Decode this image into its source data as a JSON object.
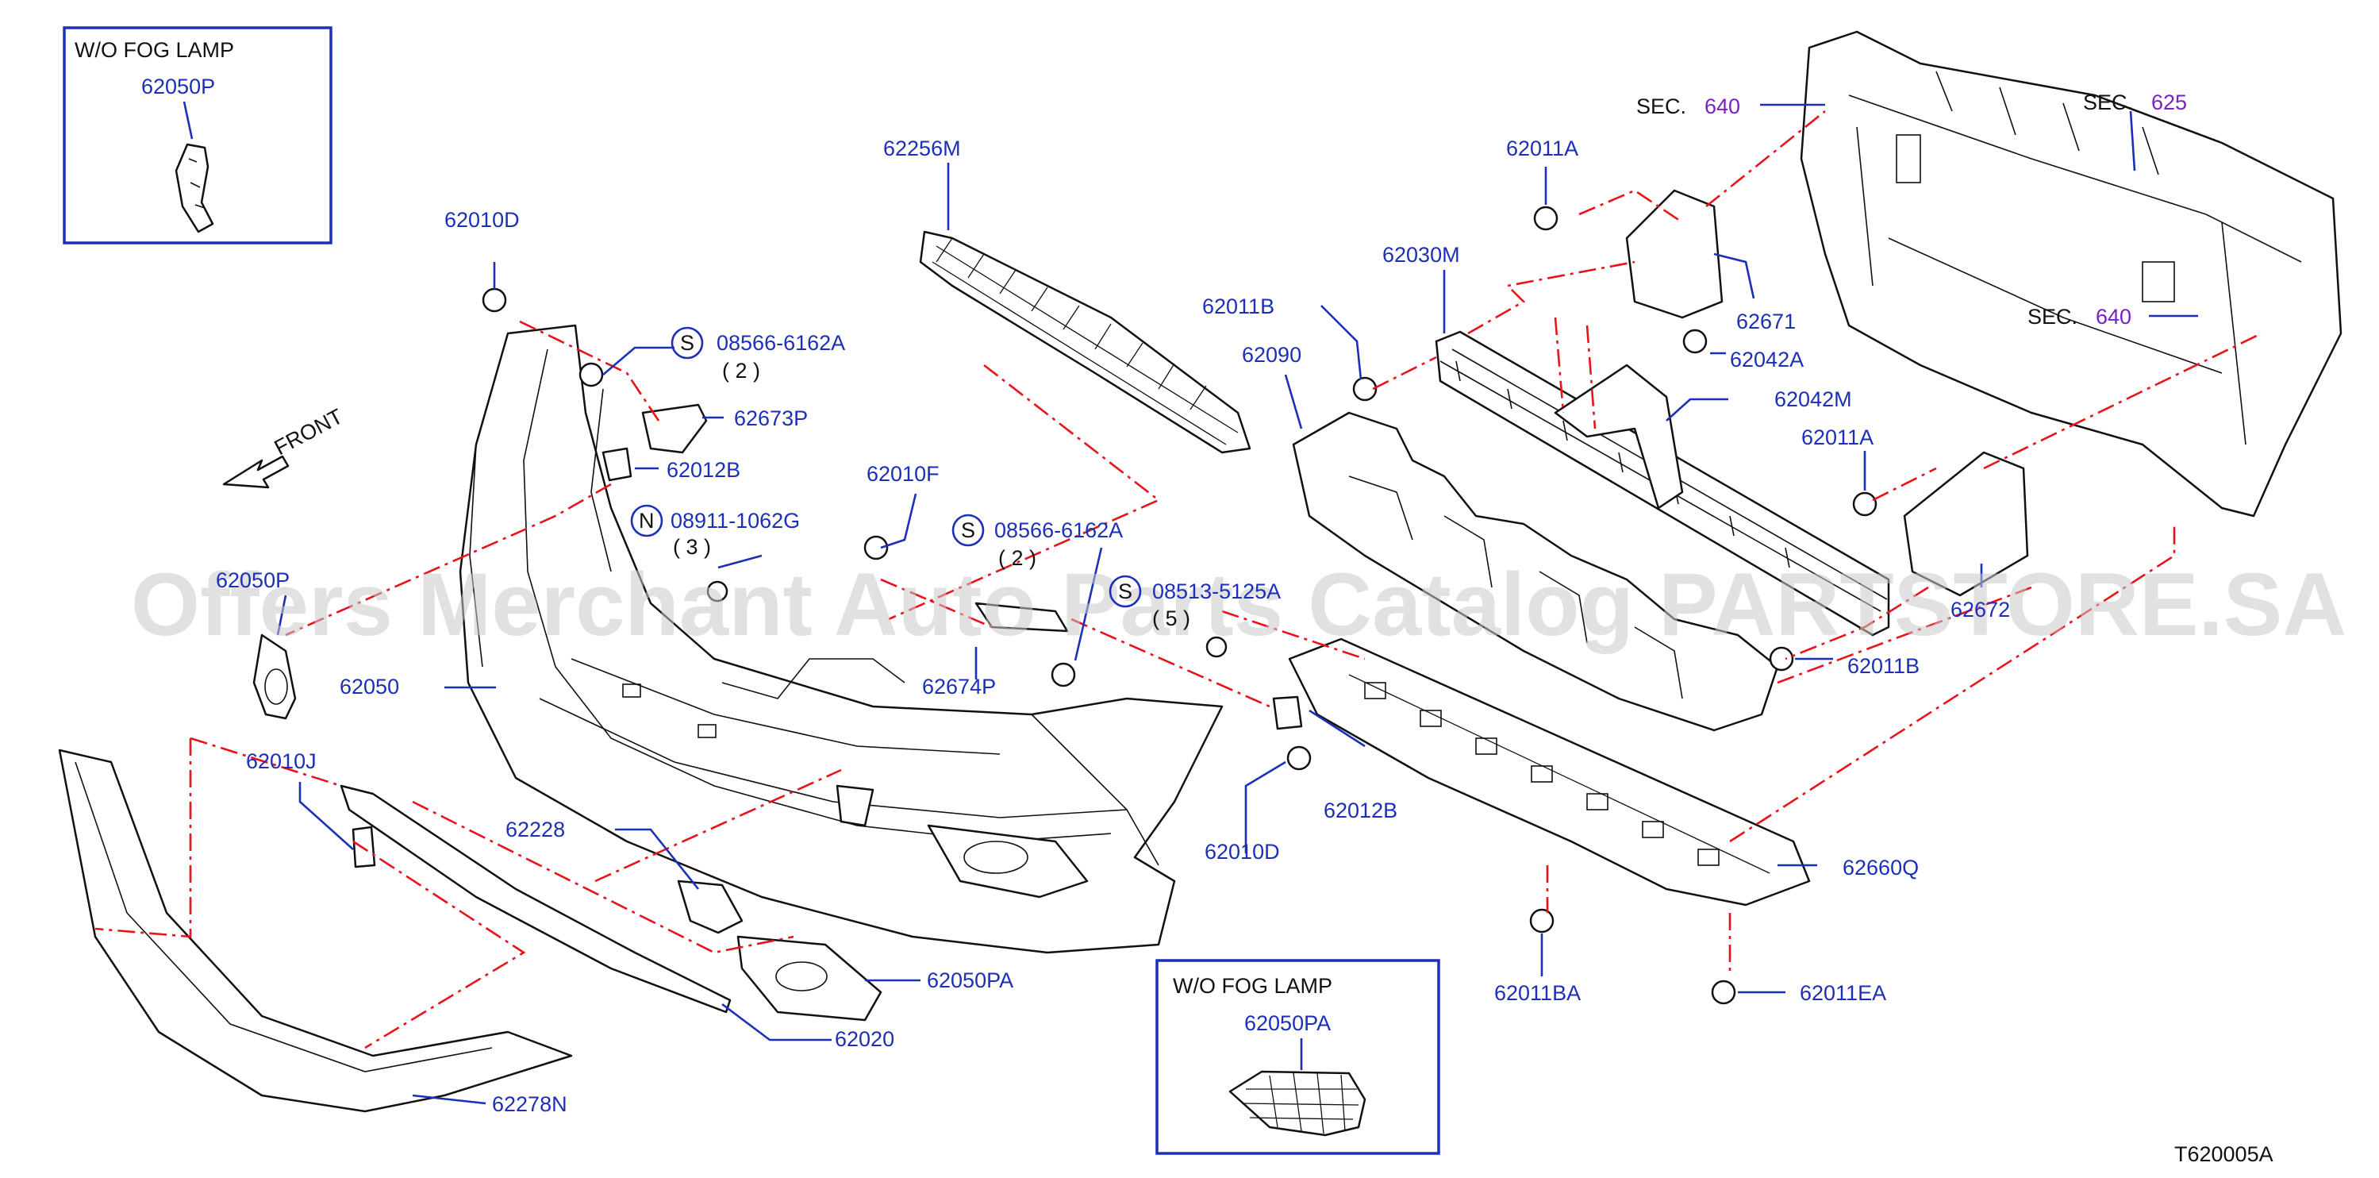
{
  "insets": [
    {
      "title": "W/O   FOG   LAMP",
      "part": "62050P"
    },
    {
      "title": "W/O   FOG   LAMP",
      "part": "62050PA"
    }
  ],
  "front_label": "FRONT",
  "section_refs": [
    {
      "prefix": "SEC.",
      "number": "640"
    },
    {
      "prefix": "SEC.",
      "number": "625"
    },
    {
      "prefix": "SEC.",
      "number": "640"
    }
  ],
  "callouts": {
    "p62010D_top": "62010D",
    "p08566_a": "08566-6162A",
    "p08566_a_qty": "( 2 )",
    "p62673P": "62673P",
    "p62012B_top": "62012B",
    "p08911": "08911-1062G",
    "p08911_qty": "( 3 )",
    "p62050P": "62050P",
    "p62050": "62050",
    "p62010J": "62010J",
    "p62228": "62228",
    "p62278N": "62278N",
    "p62020": "62020",
    "p62050PA": "62050PA",
    "p62256M": "62256M",
    "p62010F": "62010F",
    "p08566_b": "08566-6162A",
    "p08566_b_qty": "( 2 )",
    "p08513": "08513-5125A",
    "p08513_qty": "( 5 )",
    "p62674P": "62674P",
    "p62010D_bot": "62010D",
    "p62012B_bot": "62012B",
    "p62011B_top": "62011B",
    "p62090": "62090",
    "p62030M": "62030M",
    "p62011A_top": "62011A",
    "p62671": "62671",
    "p62042A": "62042A",
    "p62042M": "62042M",
    "p62011A_mid": "62011A",
    "p62672": "62672",
    "p62011B_mid": "62011B",
    "p62660Q": "62660Q",
    "p62011BA": "62011BA",
    "p62011EA": "62011EA"
  },
  "circle_marks": {
    "s1": "S",
    "n1": "N",
    "s2": "S",
    "s3": "S"
  },
  "diagram_code": "T620005A",
  "watermark": "Offers Merchant Auto Parts Catalog PARTSTORE.SA"
}
